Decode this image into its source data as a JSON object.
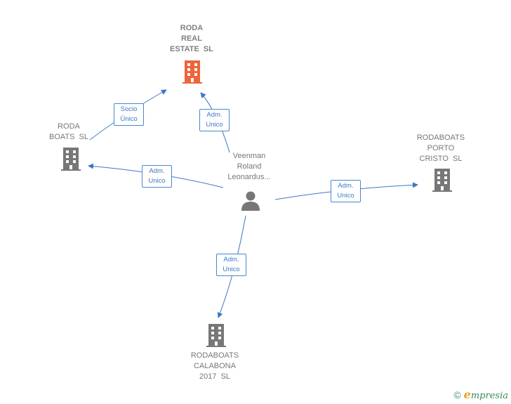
{
  "nodes": {
    "roda_real_estate": {
      "label": "RODA\nREAL\nESTATE  SL",
      "color": "#f0643a"
    },
    "roda_boats": {
      "label": "RODA\nBOATS  SL",
      "color": "#777777"
    },
    "rodaboats_porto_cristo": {
      "label": "RODABOATS\nPORTO\nCRISTO  SL",
      "color": "#777777"
    },
    "rodaboats_calabona": {
      "label": "RODABOATS\nCALABONA\n2017  SL",
      "color": "#777777"
    },
    "person": {
      "label": "Veenman\nRoland\nLeonardus...",
      "color": "#777777"
    }
  },
  "relations": {
    "socio_unico": {
      "line1": "Socio",
      "line2": "Único"
    },
    "adm_real_estate": {
      "line1": "Adm.",
      "line2": "Unico"
    },
    "adm_roda_boats": {
      "line1": "Adm.",
      "line2": "Unico"
    },
    "adm_porto_cristo": {
      "line1": "Adm.",
      "line2": "Unico"
    },
    "adm_calabona": {
      "line1": "Adm.",
      "line2": "Unico"
    }
  },
  "edge_color": "#3d78c4",
  "footer": {
    "copyright": "©",
    "brand_initial": "e",
    "brand_rest": "mpresia"
  }
}
